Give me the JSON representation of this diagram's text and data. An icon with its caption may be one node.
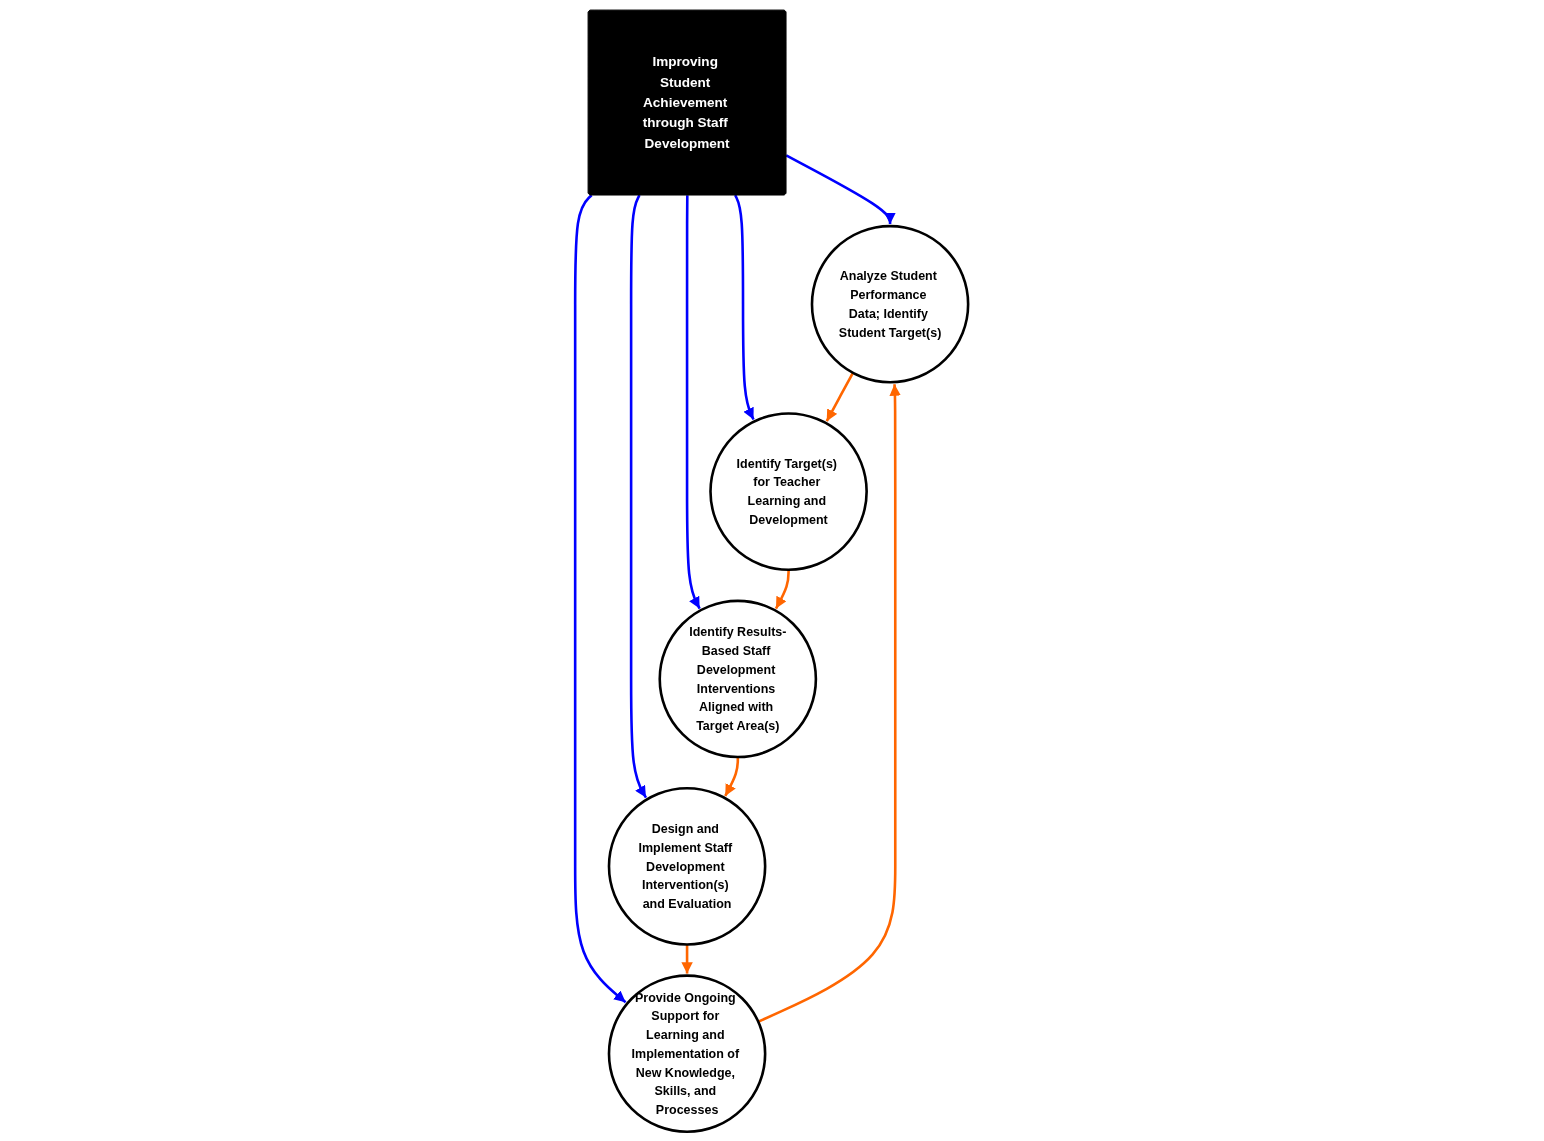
{
  "diagram": {
    "nodes": [
      {
        "text": [
          "Improving Student Achievement through Staff Development"
        ]
      },
      {
        "text": [
          "Analyze Student Performance Data; Identify Student Target(s)"
        ]
      },
      {
        "text": [
          "Identify Target(s) for Teacher Learning and Development"
        ]
      },
      {
        "text": [
          "Identify Results-Based Staff Development Interventions Aligned with Target Area(s)"
        ]
      },
      {
        "text": [
          "Design and Implement Staff Development Intervention(s) and Evaluation"
        ]
      },
      {
        "text": [
          "Provide Ongoing Support for Learning and Implementation of New Knowledge, Skills, and Processes"
        ]
      }
    ],
    "edges": [
      {
        "from": 0,
        "to": 1,
        "arrow": "to",
        "color": "#0000ff"
      },
      {
        "from": 0,
        "to": 2,
        "arrow": "to",
        "color": "#0000ff"
      },
      {
        "from": 0,
        "to": 3,
        "arrow": "to",
        "color": "#0000ff"
      },
      {
        "from": 0,
        "to": 4,
        "arrow": "to",
        "color": "#0000ff"
      },
      {
        "from": 0,
        "to": 5,
        "arrow": "to",
        "color": "#0000ff"
      },
      {
        "from": 1,
        "to": 2,
        "arrow": "to",
        "color": "#ff6600"
      },
      {
        "from": 2,
        "to": 3,
        "arrow": "to",
        "color": "#ff6600"
      },
      {
        "from": 3,
        "to": 4,
        "arrow": "to",
        "color": "#ff6600"
      },
      {
        "from": 4,
        "to": 5,
        "arrow": "to",
        "color": "#ff6600"
      },
      {
        "from": 5,
        "to": 1,
        "arrow": "to",
        "color": "#ff6600"
      }
    ]
  }
}
